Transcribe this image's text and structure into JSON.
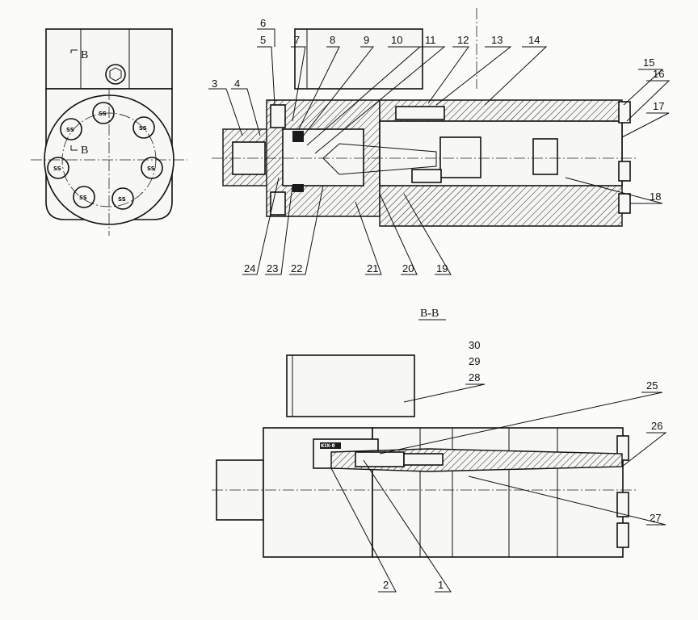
{
  "view_markers": {
    "top_arrow": "B",
    "bottom_arrow": "B",
    "section_title": "B-B"
  },
  "end_view_ports": [
    "SS",
    "SS",
    "SS",
    "SS",
    "SS",
    "SS",
    "SS"
  ],
  "label_plate": "KIX-8",
  "upper_view_labels": {
    "l3": "3",
    "l4": "4",
    "l5": "5",
    "l6": "6",
    "l7": "7",
    "l8": "8",
    "l9": "9",
    "l10": "10",
    "l11": "11",
    "l12": "12",
    "l13": "13",
    "l14": "14",
    "l15": "15",
    "l16": "16",
    "l17": "17",
    "l18": "18",
    "l19": "19",
    "l20": "20",
    "l21": "21",
    "l22": "22",
    "l23": "23",
    "l24": "24"
  },
  "lower_view_labels": {
    "l1": "1",
    "l2": "2",
    "l25": "25",
    "l26": "26",
    "l27": "27",
    "l28": "28",
    "l29": "29",
    "l30": "30"
  }
}
